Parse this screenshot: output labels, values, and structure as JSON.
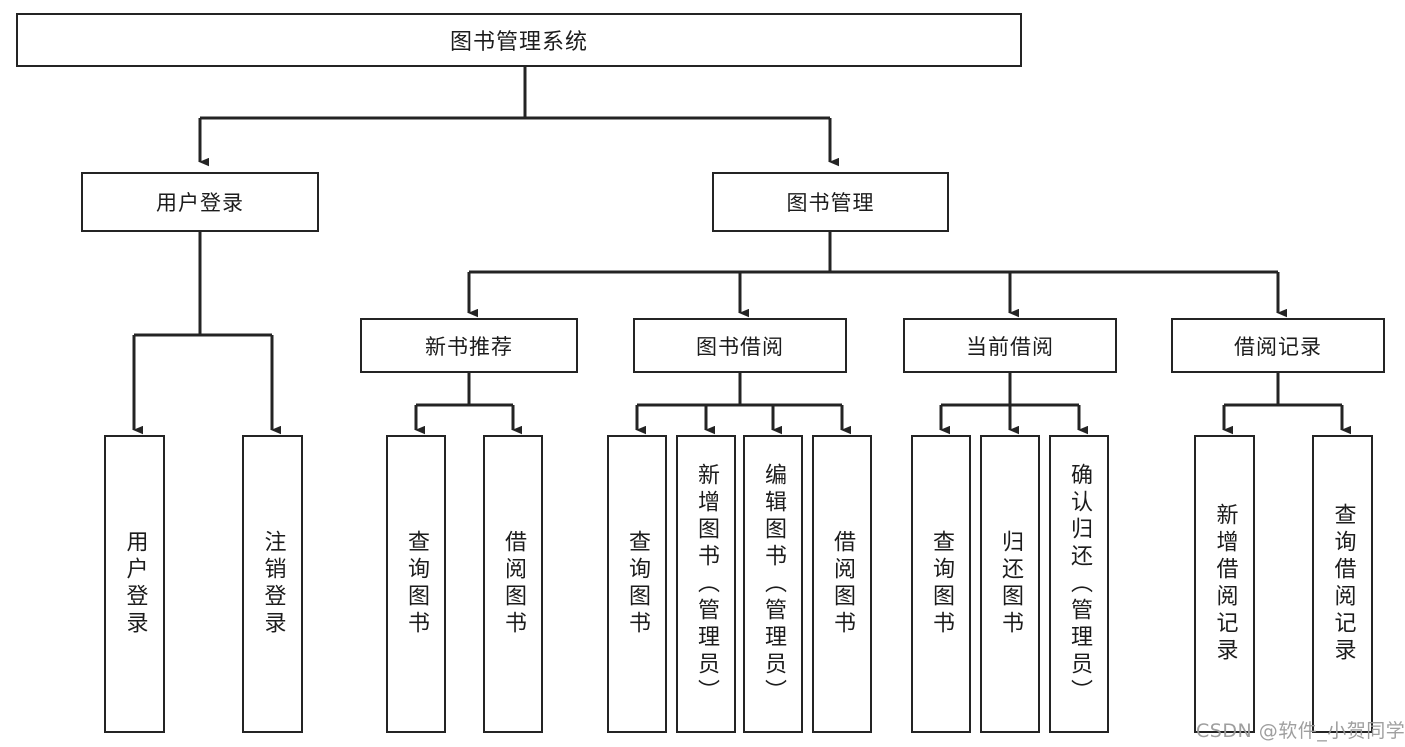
{
  "diagram": {
    "title": "图书管理系统",
    "type": "functional-structure-tree",
    "watermark": "CSDN @软件_小贺同学",
    "root": {
      "label": "图书管理系统"
    },
    "level1": [
      {
        "label": "用户登录"
      },
      {
        "label": "图书管理"
      }
    ],
    "level2": [
      {
        "label": "新书推荐"
      },
      {
        "label": "图书借阅"
      },
      {
        "label": "当前借阅"
      },
      {
        "label": "借阅记录"
      }
    ],
    "leaves": {
      "user_login": [
        {
          "label": "用户登录"
        },
        {
          "label": "注销登录"
        }
      ],
      "new_book_recommend": [
        {
          "label": "查询图书"
        },
        {
          "label": "借阅图书"
        }
      ],
      "book_borrow": [
        {
          "label": "查询图书"
        },
        {
          "label": "新增图书（管理员）"
        },
        {
          "label": "编辑图书（管理员）"
        },
        {
          "label": "借阅图书"
        }
      ],
      "current_borrow": [
        {
          "label": "查询图书"
        },
        {
          "label": "归还图书"
        },
        {
          "label": "确认归还（管理员）"
        }
      ],
      "borrow_record": [
        {
          "label": "新增借阅记录"
        },
        {
          "label": "查询借阅记录"
        }
      ]
    },
    "colors": {
      "stroke": "#242424",
      "fill": "#ffffff",
      "text": "#1c1c1c",
      "watermark": "#9a9a9a"
    }
  }
}
